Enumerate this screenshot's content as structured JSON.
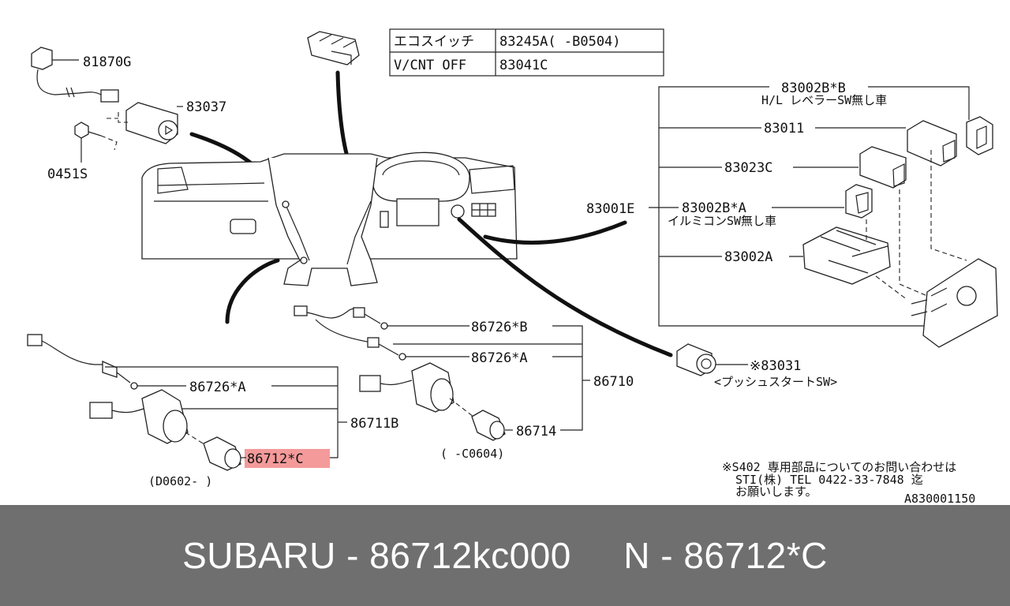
{
  "colors": {
    "highlight": "#f49a9a",
    "footer_bg": "#6f6f70",
    "footer_text": "#ffffff"
  },
  "diagram": {
    "table": {
      "rows": [
        {
          "name": "エコスイッチ",
          "part": "83245A(  -B0504)"
        },
        {
          "name": "V/CNT OFF",
          "part": "83041C"
        }
      ]
    },
    "labels": {
      "p81870g": "81870G",
      "p83037": "83037",
      "p0451s": "0451S",
      "p83002bb": "83002B*B",
      "p83002bb_note": "H/L レベラーSW無し車",
      "p83011": "83011",
      "p83023c": "83023C",
      "p83001e": "83001E",
      "p83002ba": "83002B*A",
      "p83002ba_note": "イルミコンSW無し車",
      "p83002a": "83002A",
      "p83031": "※83031",
      "p83031_note": "<プッシュスタートSW>",
      "p86726b": "86726*B",
      "p86726a_upper": "86726*A",
      "p86710": "86710",
      "p86714": "86714",
      "p_c0604": "(  -C0604)",
      "p86726a_lower": "86726*A",
      "p86711b": "86711B",
      "p86712c": "86712*C",
      "p_d0602": "(D0602-  )",
      "note_line1": "※S402 専用部品についてのお問い合わせは",
      "note_line2": "STI(株) TEL 0422-33-7848 迄",
      "note_line3": "お願いします。",
      "ref_code": "A830001150"
    }
  },
  "footer": {
    "text": "SUBARU - 86712kc000     N - 86712*C"
  }
}
